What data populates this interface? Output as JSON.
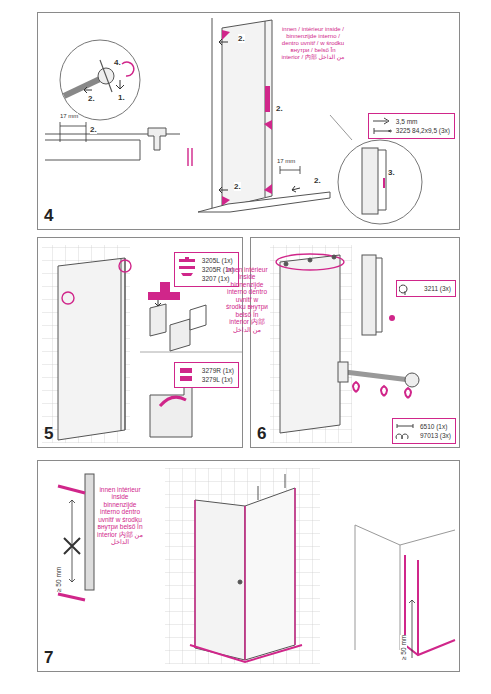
{
  "diagram": {
    "nodes": [
      {
        "text": [
          "4"
        ]
      },
      {
        "text": [
          "3,5 mm",
          "3225 84,2x9,5 (3x)"
        ],
        "in": 0
      },
      {
        "text": [
          "5"
        ]
      },
      {
        "text": [
          "3205L (1x)",
          "3205R (1x)",
          "3207 (1x)"
        ],
        "in": 2
      },
      {
        "text": [
          "3279R (1x)",
          "3279L (1x)"
        ],
        "in": 2
      },
      {
        "text": [
          "6"
        ]
      },
      {
        "text": [
          "3211 (3x)"
        ],
        "in": 5
      },
      {
        "text": [
          "6510 (1x)",
          "97013 (3x)"
        ],
        "in": 5
      },
      {
        "text": [
          "7"
        ]
      }
    ],
    "labels": [
      "4.",
      "2.",
      "1.",
      "17 mm",
      "2.",
      "2.",
      "2.",
      "innen / intérieur inside / binnenzijde interno / dentro uvnitř / w środku внутри / belső În interior / 内部 من الداخل",
      "3.",
      "2.",
      "17 mm",
      "2.",
      "innen intérieur inside binnenzijde interno dentro uvnitř w środku внутри belső În interior 内部 من الداخل",
      "innen intérieur inside binnenzijde interno dentro uvnitř w środku внутри belső În interior 内部 من الداخل",
      "≥ 50 mm",
      "≥ 50 mm"
    ]
  }
}
